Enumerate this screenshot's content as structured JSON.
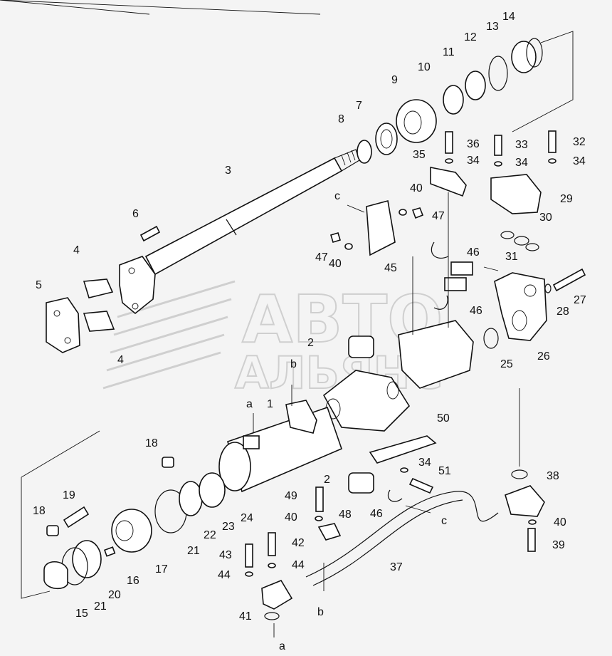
{
  "watermark": {
    "line1": "АВТО",
    "line2": "АЛЬЯНС"
  },
  "letters": {
    "a": "a",
    "b": "b",
    "c": "c"
  },
  "callouts": [
    {
      "id": "c1",
      "text": "1"
    },
    {
      "id": "c2a",
      "text": "2"
    },
    {
      "id": "c2b",
      "text": "2"
    },
    {
      "id": "c3",
      "text": "3"
    },
    {
      "id": "c4a",
      "text": "4"
    },
    {
      "id": "c4b",
      "text": "4"
    },
    {
      "id": "c5",
      "text": "5"
    },
    {
      "id": "c6",
      "text": "6"
    },
    {
      "id": "c7",
      "text": "7"
    },
    {
      "id": "c8",
      "text": "8"
    },
    {
      "id": "c9",
      "text": "9"
    },
    {
      "id": "c10",
      "text": "10"
    },
    {
      "id": "c11",
      "text": "11"
    },
    {
      "id": "c12",
      "text": "12"
    },
    {
      "id": "c13",
      "text": "13"
    },
    {
      "id": "c14",
      "text": "14"
    },
    {
      "id": "c15",
      "text": "15"
    },
    {
      "id": "c16",
      "text": "16"
    },
    {
      "id": "c17",
      "text": "17"
    },
    {
      "id": "c18a",
      "text": "18"
    },
    {
      "id": "c18b",
      "text": "18"
    },
    {
      "id": "c19",
      "text": "19"
    },
    {
      "id": "c20",
      "text": "20"
    },
    {
      "id": "c21a",
      "text": "21"
    },
    {
      "id": "c21b",
      "text": "21"
    },
    {
      "id": "c22",
      "text": "22"
    },
    {
      "id": "c23",
      "text": "23"
    },
    {
      "id": "c24",
      "text": "24"
    },
    {
      "id": "c25",
      "text": "25"
    },
    {
      "id": "c26",
      "text": "26"
    },
    {
      "id": "c27",
      "text": "27"
    },
    {
      "id": "c28",
      "text": "28"
    },
    {
      "id": "c29",
      "text": "29"
    },
    {
      "id": "c30",
      "text": "30"
    },
    {
      "id": "c31",
      "text": "31"
    },
    {
      "id": "c32",
      "text": "32"
    },
    {
      "id": "c33",
      "text": "33"
    },
    {
      "id": "c34a",
      "text": "34"
    },
    {
      "id": "c34b",
      "text": "34"
    },
    {
      "id": "c34c",
      "text": "34"
    },
    {
      "id": "c34d",
      "text": "34"
    },
    {
      "id": "c35",
      "text": "35"
    },
    {
      "id": "c36",
      "text": "36"
    },
    {
      "id": "c37",
      "text": "37"
    },
    {
      "id": "c38",
      "text": "38"
    },
    {
      "id": "c39",
      "text": "39"
    },
    {
      "id": "c40a",
      "text": "40"
    },
    {
      "id": "c40b",
      "text": "40"
    },
    {
      "id": "c40c",
      "text": "40"
    },
    {
      "id": "c40d",
      "text": "40"
    },
    {
      "id": "c41",
      "text": "41"
    },
    {
      "id": "c42",
      "text": "42"
    },
    {
      "id": "c43",
      "text": "43"
    },
    {
      "id": "c44a",
      "text": "44"
    },
    {
      "id": "c44b",
      "text": "44"
    },
    {
      "id": "c45",
      "text": "45"
    },
    {
      "id": "c46a",
      "text": "46"
    },
    {
      "id": "c46b",
      "text": "46"
    },
    {
      "id": "c46c",
      "text": "46"
    },
    {
      "id": "c47a",
      "text": "47"
    },
    {
      "id": "c47b",
      "text": "47"
    },
    {
      "id": "c48",
      "text": "48"
    },
    {
      "id": "c49",
      "text": "49"
    },
    {
      "id": "c50",
      "text": "50"
    },
    {
      "id": "c51",
      "text": "51"
    }
  ]
}
